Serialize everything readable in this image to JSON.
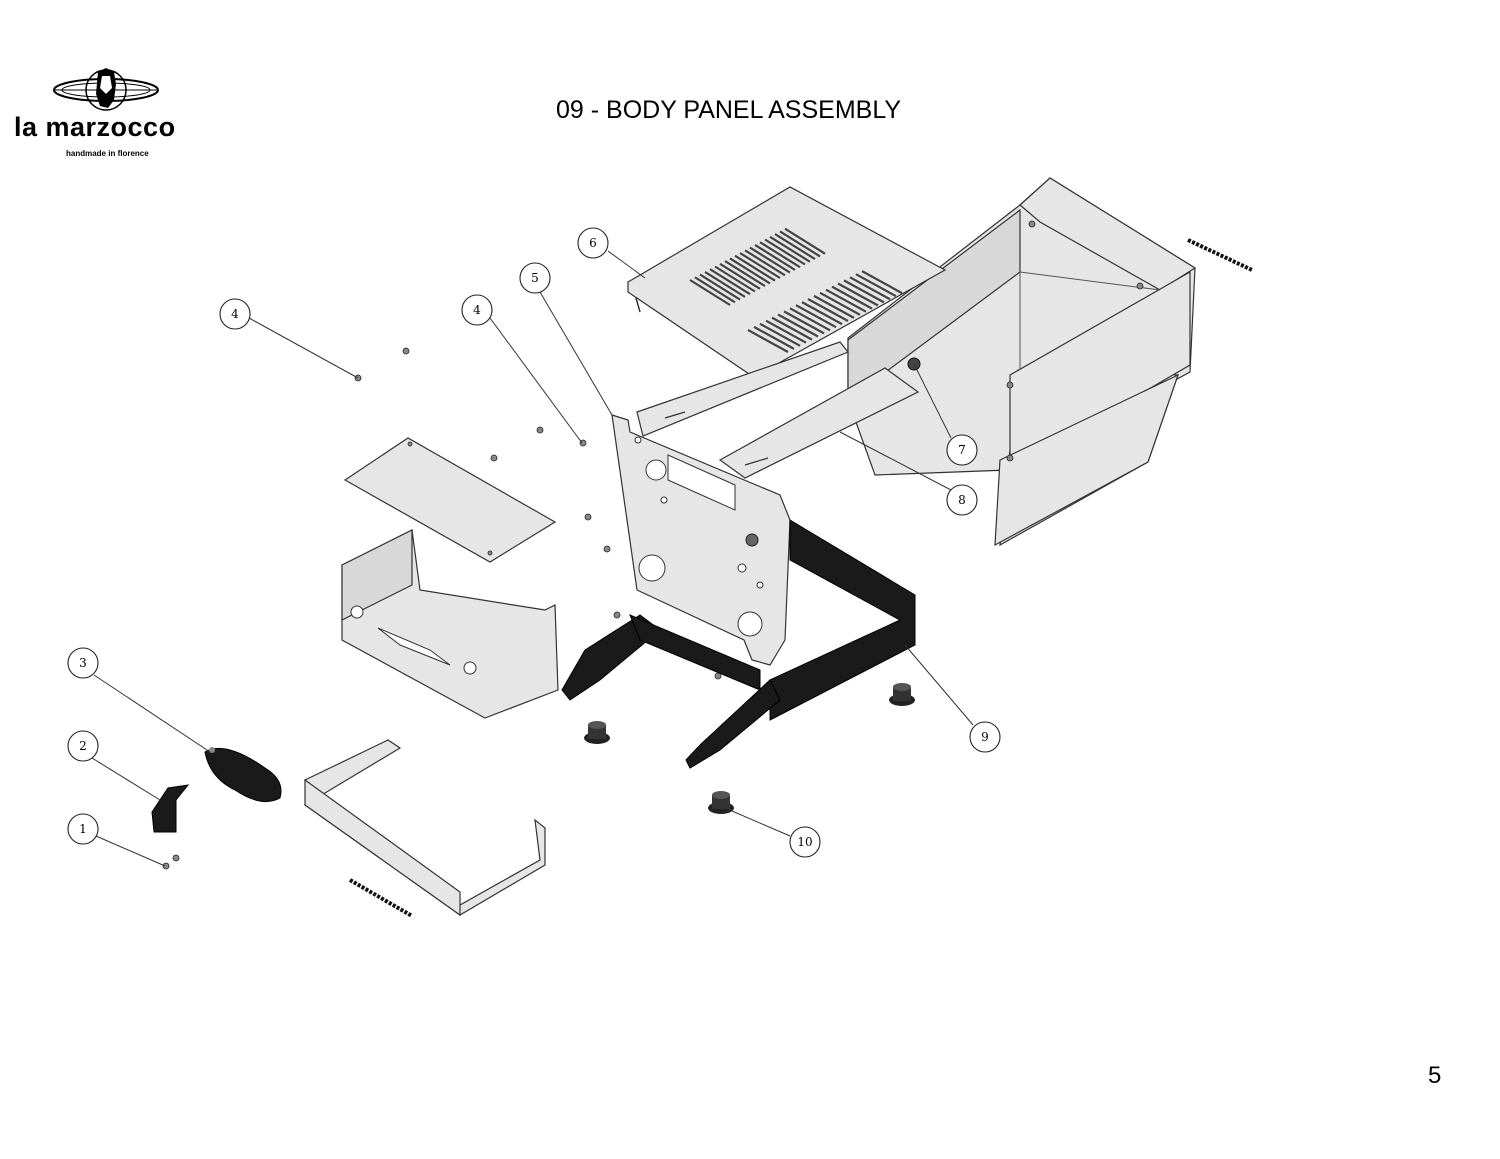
{
  "brand": {
    "name": "la marzocco",
    "tagline": "handmade in florence"
  },
  "title": "09 - BODY PANEL ASSEMBLY",
  "page_number": "5",
  "callouts": [
    "1",
    "2",
    "3",
    "4",
    "4",
    "5",
    "6",
    "7",
    "8",
    "9",
    "10"
  ],
  "colors": {
    "panel": "#e6e6e6",
    "frame": "#1a1a1a",
    "outline": "#333333"
  }
}
